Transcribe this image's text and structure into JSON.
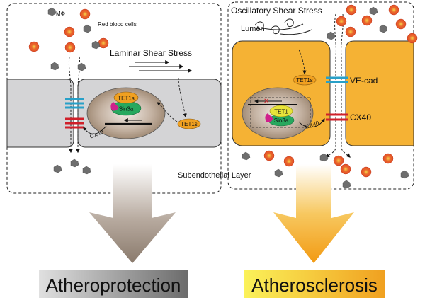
{
  "left_panel": {
    "macrophage_label": "MΦ",
    "rbc_label": "Red blood cells",
    "shear_label": "Laminar Shear Stress",
    "tet1s_nucleus": "TET1s",
    "sin3a_nucleus": "Sin3a",
    "tet1s_cytoplasm": "TET1s",
    "cx40_label": "CX40"
  },
  "right_panel": {
    "shear_label": "Oscillatory Shear Stress",
    "lumen_label": "Lumen",
    "tet1s_cytoplasm": "TET1s",
    "vecad_label": "VE-cad",
    "tet1_nucleus": "TET1",
    "sin3a_nucleus": "Sin3a",
    "cx40_small": "CX40",
    "cx40_big": "CX40",
    "x_mark": "✕",
    "subendothelial_label": "Subendothelial Layer"
  },
  "outcomes": {
    "left": "Atheroprotection",
    "right": "Atherosclerosis"
  },
  "colors": {
    "cell_left": "#d4d4d6",
    "cell_right": "#f5b234",
    "nucleus": "#a08a72",
    "tet1s": "#f0a020",
    "tet1": "#e8e43a",
    "sin3a": "#27a85e",
    "vecad": "#28a0c8",
    "cx40": "#d0202a",
    "rbc": "#e8622a",
    "arrow_left": "#9a8a7c",
    "arrow_right": "#f0a020",
    "label_left_bg": "#8c8c8c",
    "label_right_bg": "#f6e020"
  }
}
